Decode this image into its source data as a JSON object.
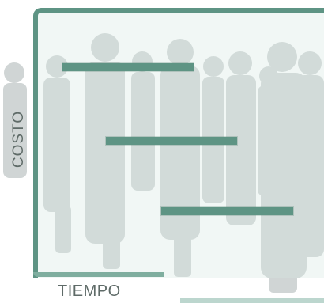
{
  "labels": {
    "y_axis": "COSTO",
    "x_axis": "TIEMPO"
  },
  "bars_count": 3,
  "colors": {
    "frame": "#5e9484",
    "bar": "#5e9484",
    "silhouette": "#c3c9c8",
    "text": "#5f6b68"
  }
}
